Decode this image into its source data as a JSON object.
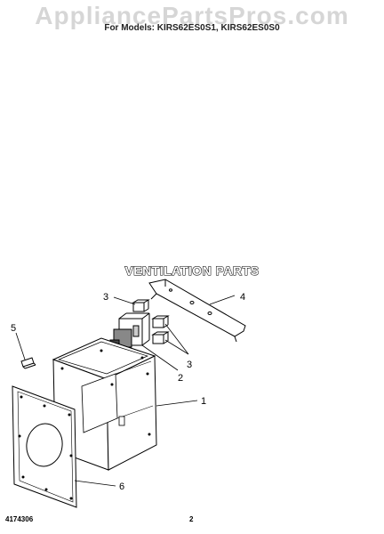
{
  "watermark": "AppliancePartsPros.com",
  "header": {
    "models": "For Models: KIRS62ES0S1, KIRS62ES0S0"
  },
  "section_title": "VENTILATION PARTS",
  "callouts": {
    "c1": "1",
    "c2": "2",
    "c3a": "3",
    "c3b": "3",
    "c4": "4",
    "c5": "5",
    "c6": "6"
  },
  "footer": {
    "part_number": "4174306",
    "page": "2"
  }
}
